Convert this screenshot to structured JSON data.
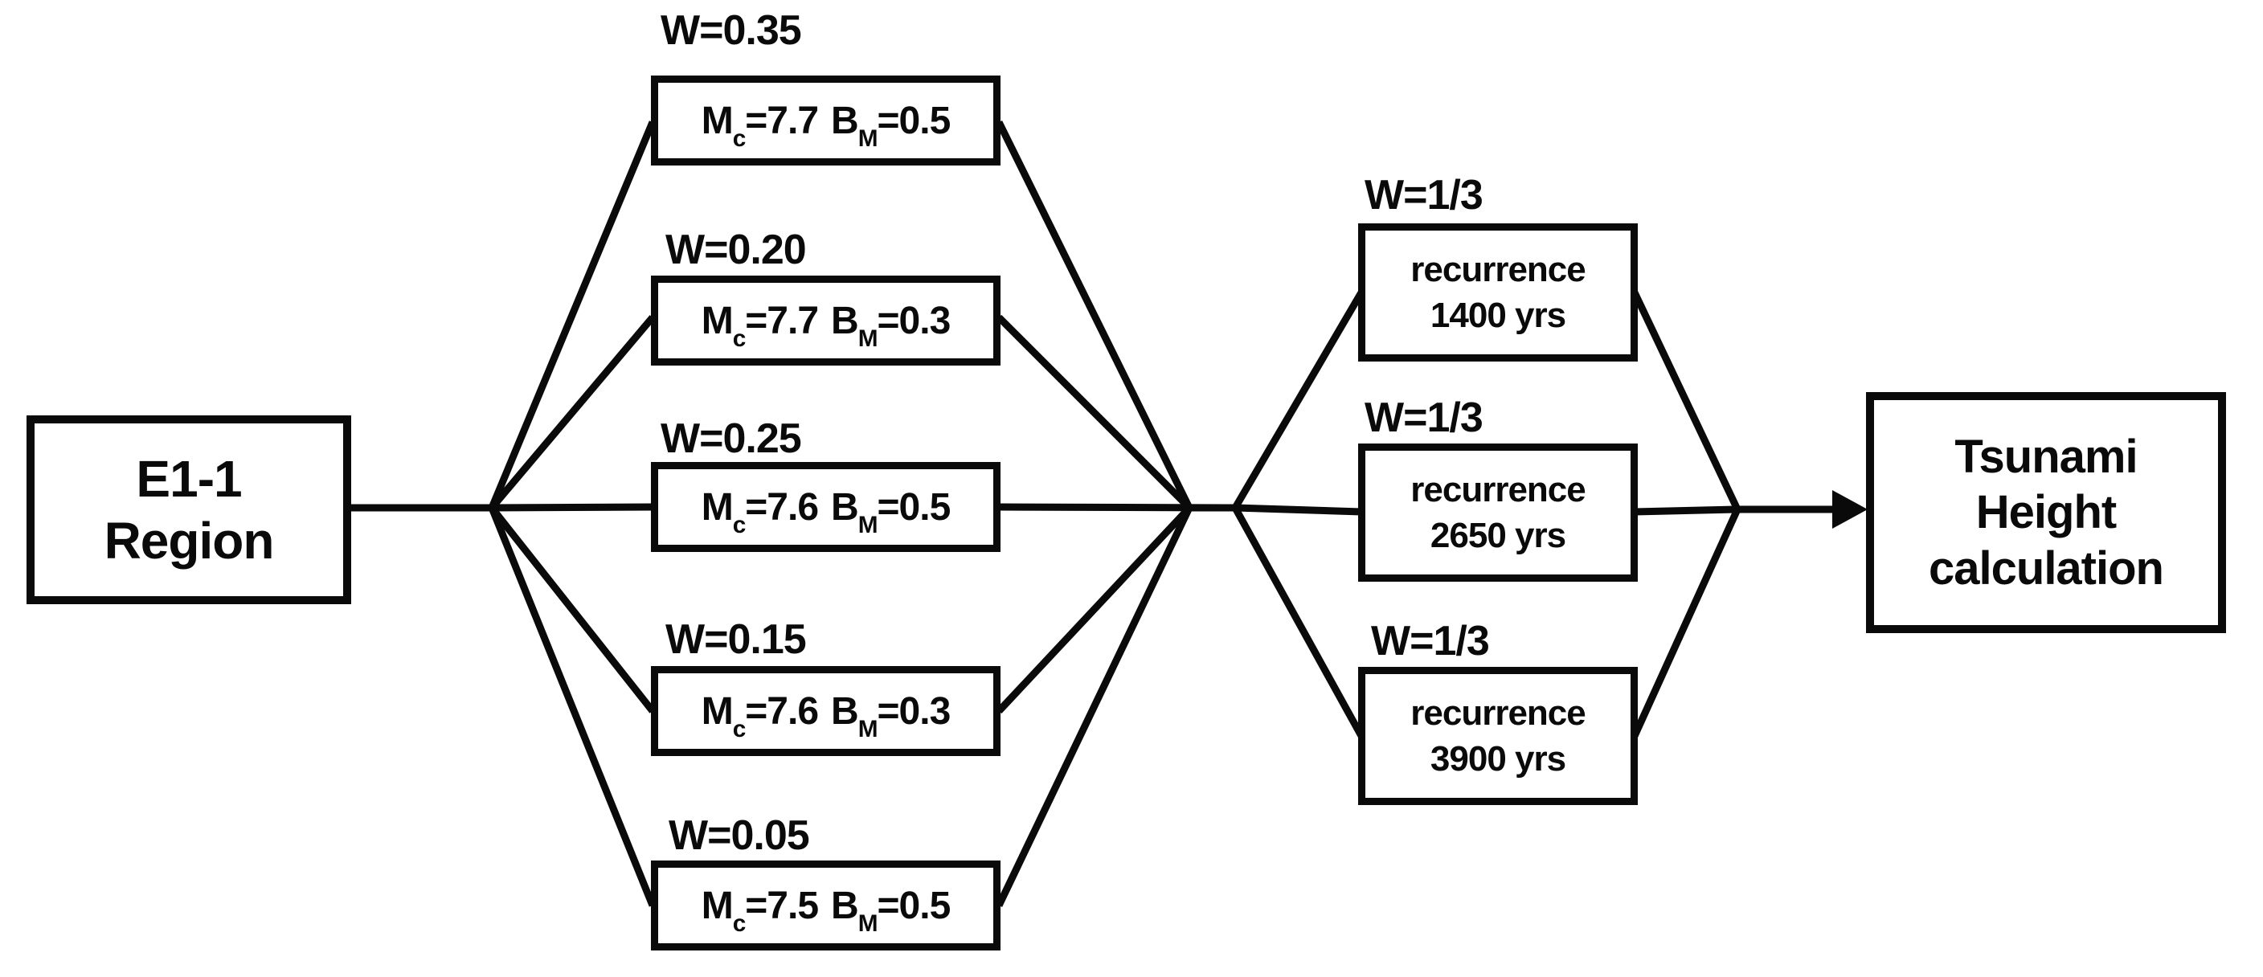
{
  "diagram": {
    "source_box": {
      "line1": "E1-1",
      "line2": "Region"
    },
    "branches": [
      {
        "weight": "W=0.35",
        "m": "M",
        "m_sub": "c",
        "m_val": "=7.7",
        "b": "B",
        "b_sub": "M",
        "b_val": "=0.5"
      },
      {
        "weight": "W=0.20",
        "m": "M",
        "m_sub": "c",
        "m_val": "=7.7",
        "b": "B",
        "b_sub": "M",
        "b_val": "=0.3"
      },
      {
        "weight": "W=0.25",
        "m": "M",
        "m_sub": "c",
        "m_val": "=7.6",
        "b": "B",
        "b_sub": "M",
        "b_val": "=0.5"
      },
      {
        "weight": "W=0.15",
        "m": "M",
        "m_sub": "c",
        "m_val": "=7.6",
        "b": "B",
        "b_sub": "M",
        "b_val": "=0.3"
      },
      {
        "weight": "W=0.05",
        "m": "M",
        "m_sub": "c",
        "m_val": "=7.5",
        "b": "B",
        "b_sub": "M",
        "b_val": "=0.5"
      }
    ],
    "recurrence": [
      {
        "weight": "W=1/3",
        "line1": "recurrence",
        "line2": "1400 yrs"
      },
      {
        "weight": "W=1/3",
        "line1": "recurrence",
        "line2": "2650 yrs"
      },
      {
        "weight": "W=1/3",
        "line1": "recurrence",
        "line2": "3900 yrs"
      }
    ],
    "output_box": {
      "line1": "Tsunami",
      "line2": "Height",
      "line3": "calculation"
    },
    "colors": {
      "line": "#0a0a0a",
      "background": "#ffffff",
      "text": "#0a0a0a"
    }
  }
}
